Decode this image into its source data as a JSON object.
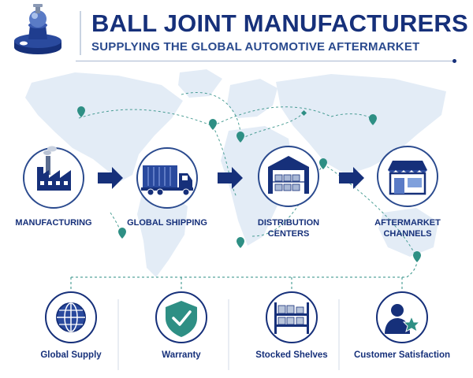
{
  "header": {
    "title": "BALL JOINT MANUFACTURERS",
    "subtitle": "SUPPLYING THE GLOBAL AUTOMOTIVE AFTERMARKET"
  },
  "stages": [
    {
      "label": "MANUFACTURING",
      "icon": "factory-icon"
    },
    {
      "label": "GLOBAL SHIPPING",
      "icon": "truck-icon"
    },
    {
      "label": "DISTRIBUTION\nCENTERS",
      "icon": "warehouse-icon"
    },
    {
      "label": "AFTERMARKET\nCHANNELS",
      "icon": "storefront-icon"
    }
  ],
  "features": [
    {
      "label": "Global Supply",
      "icon": "globe-icon"
    },
    {
      "label": "Warranty",
      "icon": "shield-check-icon"
    },
    {
      "label": "Stocked Shelves",
      "icon": "shelves-icon"
    },
    {
      "label": "Customer Satisfaction",
      "icon": "customer-star-icon"
    }
  ],
  "colors": {
    "navy": "#16307a",
    "teal": "#2e8f84",
    "map": "#dfe9f4"
  }
}
